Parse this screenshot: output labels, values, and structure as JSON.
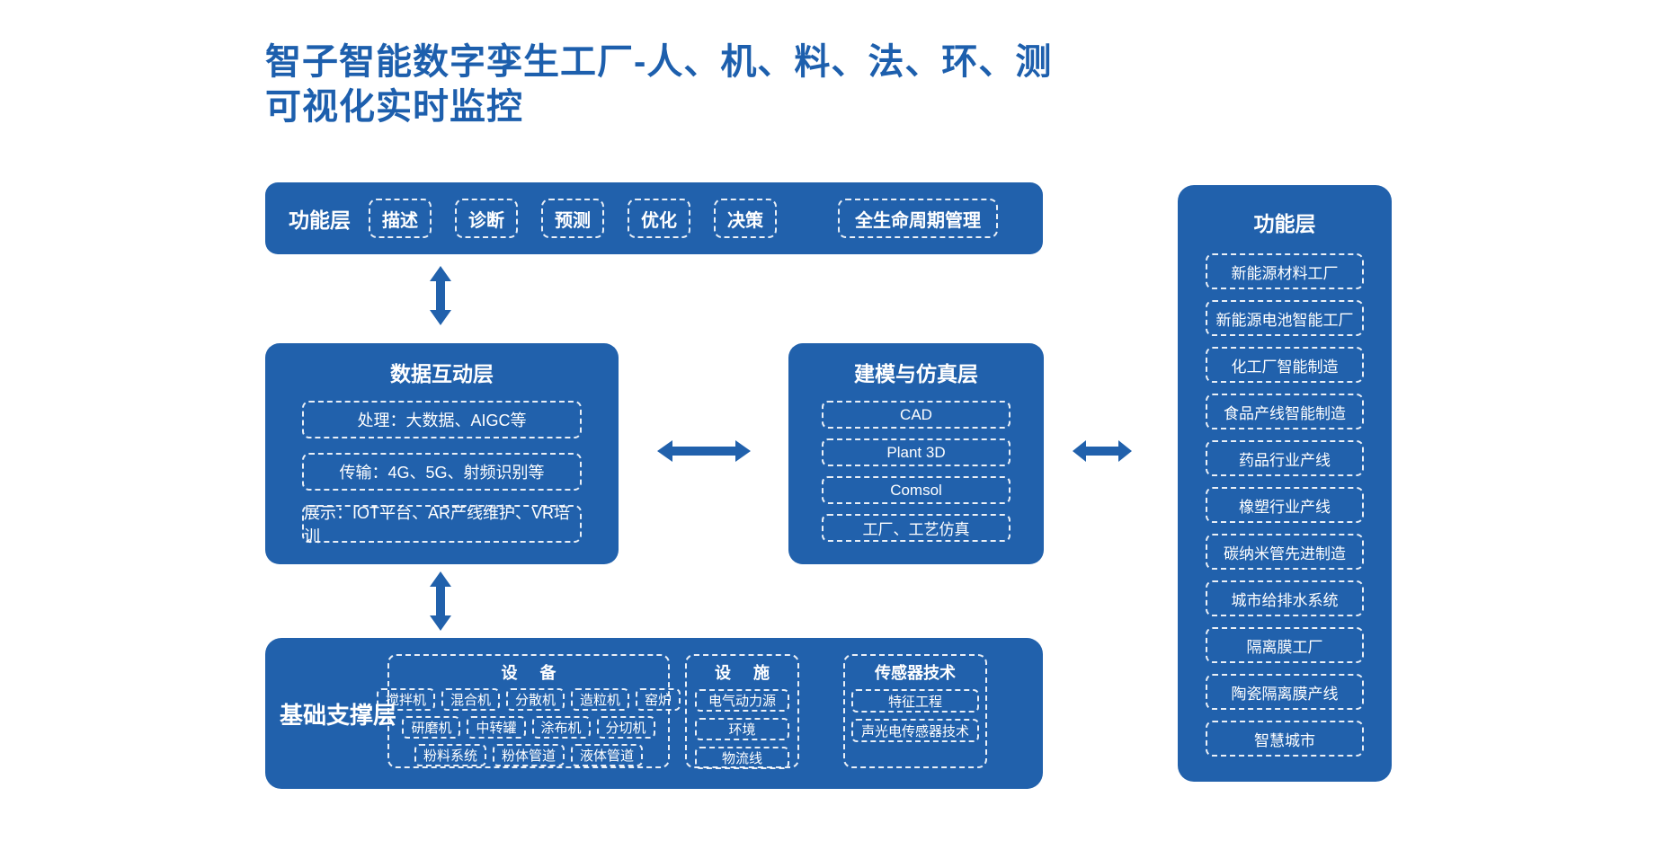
{
  "title": {
    "line1": "智子智能数字孪生工厂-人、机、料、法、环、测",
    "line2": "可视化实时监控"
  },
  "colors": {
    "primary_blue": "#2161ac",
    "title_blue": "#1d5fad",
    "chip_border": "#ffffff",
    "background": "#ffffff"
  },
  "function_bar": {
    "label": "功能层",
    "items": [
      "描述",
      "诊断",
      "预测",
      "优化",
      "决策"
    ],
    "lifecycle": "全生命周期管理"
  },
  "data_layer": {
    "title": "数据互动层",
    "items": [
      "处理：大数据、AIGC等",
      "传输：4G、5G、射频识别等",
      "展示：IOT平台、AR产线维护、VR培训"
    ]
  },
  "modeling_layer": {
    "title": "建模与仿真层",
    "items": [
      "CAD",
      "Plant 3D",
      "Comsol",
      "工厂、工艺仿真"
    ]
  },
  "base_layer": {
    "label": "基础支撑层",
    "equipment": {
      "title": "设 备",
      "rows": [
        [
          "搅拌机",
          "混合机",
          "分散机",
          "造粒机",
          "窑炉"
        ],
        [
          "研磨机",
          "中转罐",
          "涂布机",
          "分切机"
        ],
        [
          "粉料系统",
          "粉体管道",
          "液体管道"
        ]
      ]
    },
    "facility": {
      "title": "设 施",
      "items": [
        "电气动力源",
        "环境",
        "物流线"
      ]
    },
    "sensor": {
      "title": "传感器技术",
      "items": [
        "特征工程",
        "声光电传感器技术"
      ]
    }
  },
  "application_layer": {
    "title": "功能层",
    "items": [
      "新能源材料工厂",
      "新能源电池智能工厂",
      "化工厂智能制造",
      "食品产线智能制造",
      "药品行业产线",
      "橡塑行业产线",
      "碳纳米管先进制造",
      "城市给排水系统",
      "隔离膜工厂",
      "陶瓷隔离膜产线",
      "智慧城市"
    ]
  }
}
